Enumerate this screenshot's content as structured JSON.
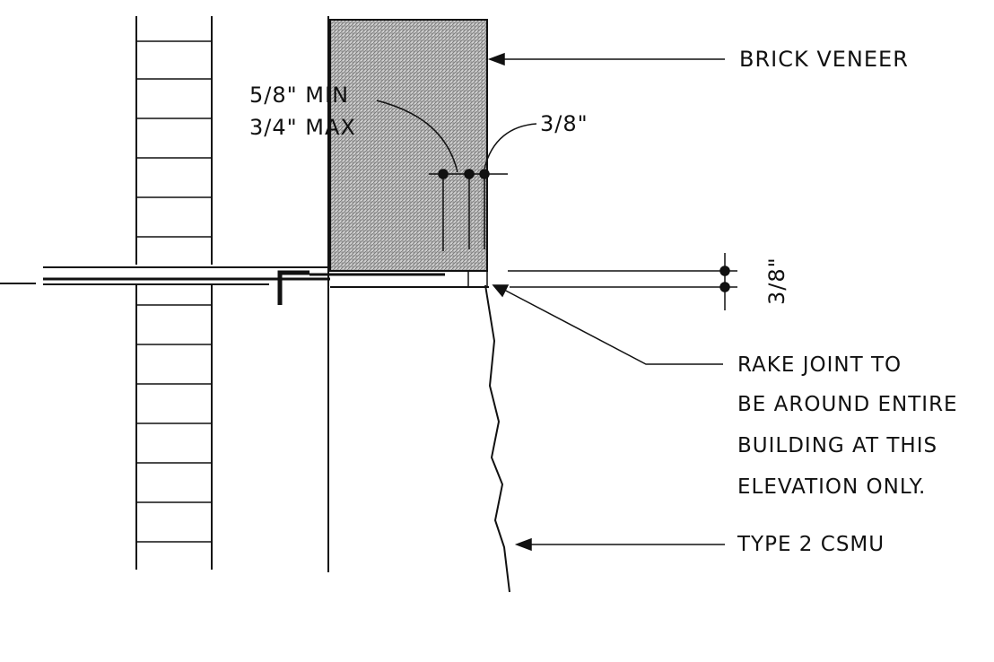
{
  "colors": {
    "line": "#111111",
    "hatch": "#9a9a9a",
    "background": "#ffffff"
  },
  "labels": {
    "brick_veneer": "BRICK VENEER",
    "gap_min": "5/8\" MIN",
    "gap_max": "3/4\" MAX",
    "top_dim": "3/8\"",
    "side_dim": "3/8\"",
    "rake_line1": "RAKE JOINT TO",
    "rake_line2": "BE AROUND ENTIRE",
    "rake_line3": "BUILDING AT THIS",
    "rake_line4": "ELEVATION ONLY.",
    "csmu": "TYPE 2 CSMU"
  }
}
